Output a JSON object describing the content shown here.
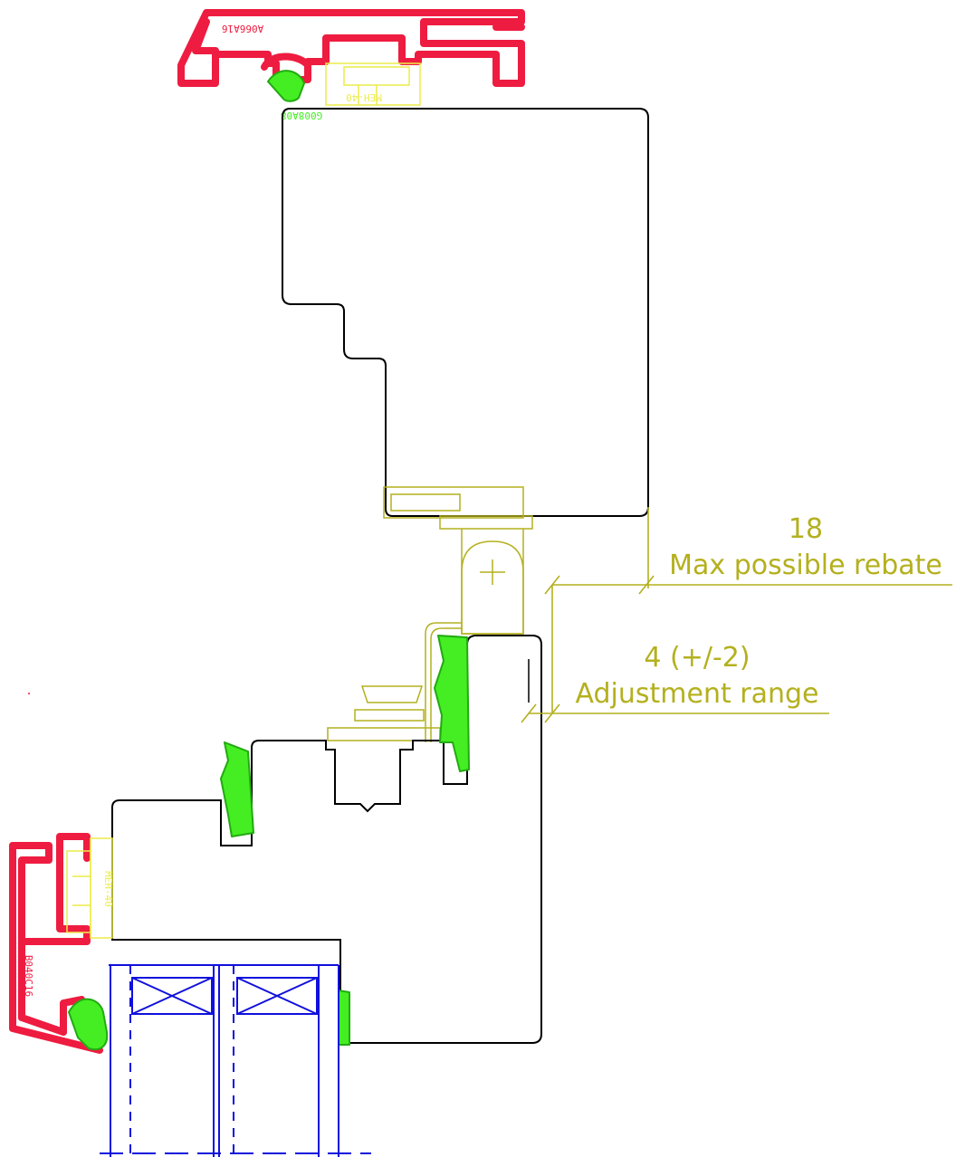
{
  "colors": {
    "frame_outline": "#000000",
    "aluminium": "#ee1c40",
    "hardware": "#ecec4a",
    "dimension": "#b4b01e",
    "gasket": "#44ee22",
    "gasket_dark": "#22aa11",
    "glazing": "#1010dd"
  },
  "labels": {
    "top_profile_code": "A066A16",
    "top_gasket_code": "G008A08",
    "top_hardware_code": "MEH-40",
    "left_hardware_code": "MEH-40",
    "left_profile_code": "B040C16"
  },
  "dimensions": {
    "rebate_value": "18",
    "rebate_label": "Max possible rebate",
    "adjust_value": "4 (+/-2)",
    "adjust_label": "Adjustment range"
  }
}
